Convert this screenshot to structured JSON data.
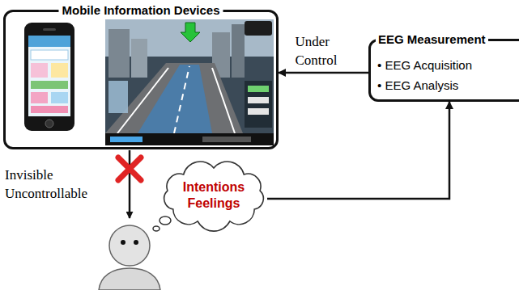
{
  "diagram": {
    "nodes": [
      {
        "text": [
          "Mobile Information Devices"
        ]
      },
      {
        "text": [
          "EEG Measurement",
          "• EEG Acquisition",
          "• EEG Analysis"
        ]
      },
      {
        "text": [
          "Intentions Feelings"
        ]
      }
    ],
    "edges": [
      {
        "from": 1,
        "to": 0,
        "label": "Under Control",
        "arrow": "to"
      },
      {
        "from": 2,
        "to": 1,
        "arrow": "to"
      }
    ],
    "labels": [
      "Invisible Uncontrollable"
    ]
  }
}
